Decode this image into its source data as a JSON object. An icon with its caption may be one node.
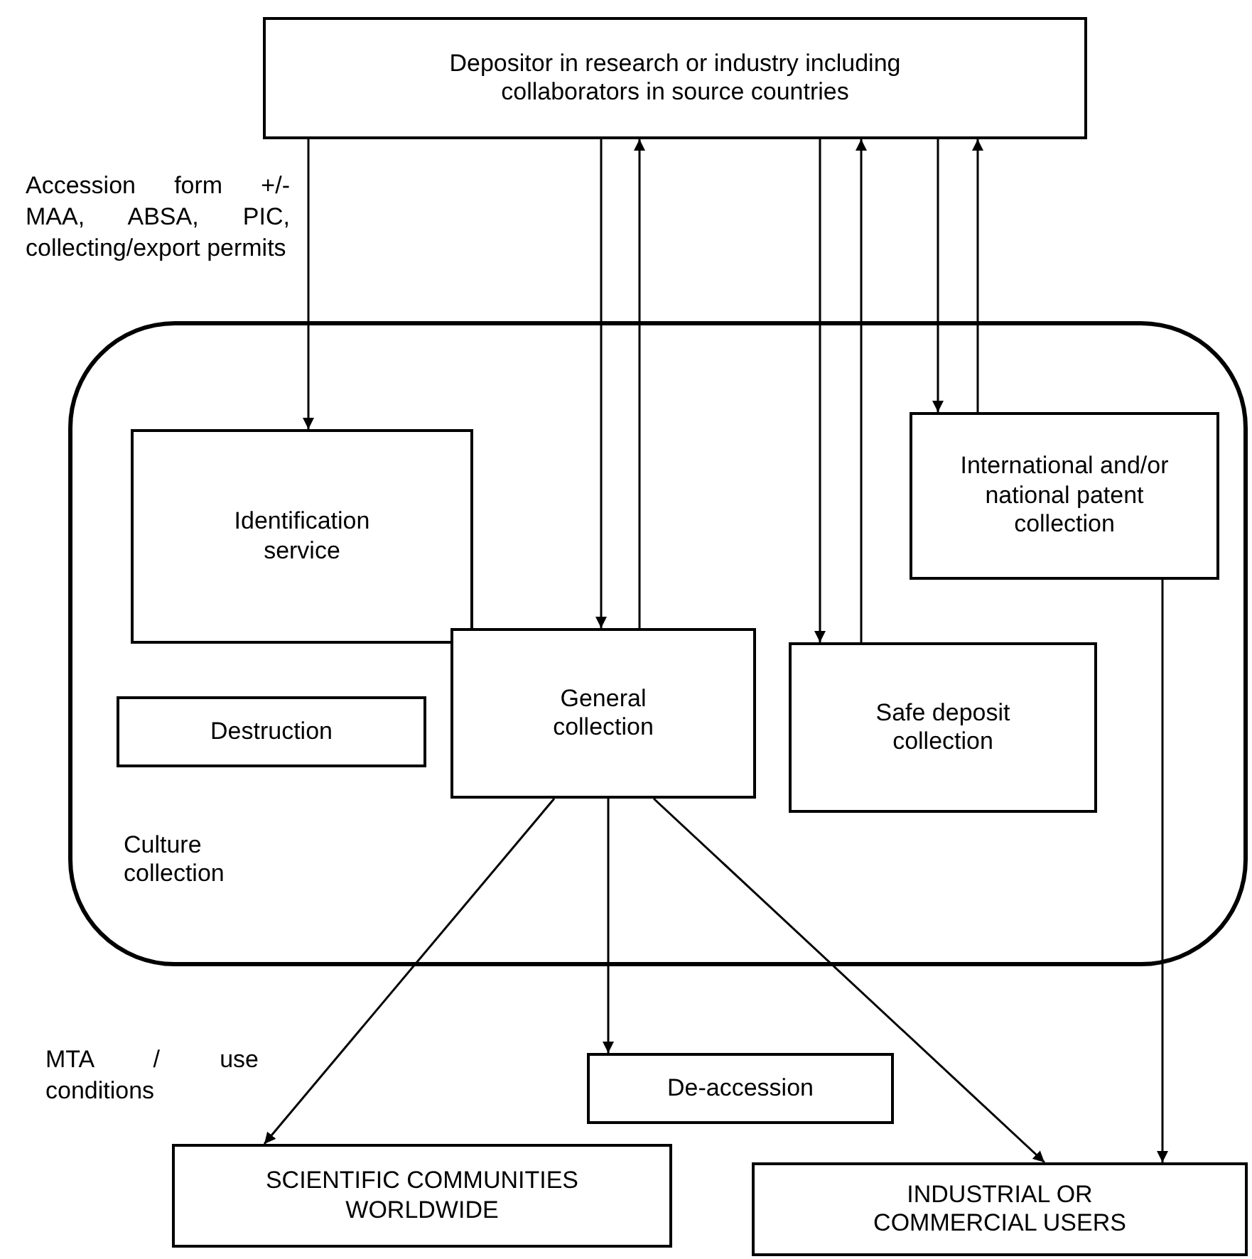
{
  "diagram": {
    "nodes": [
      {
        "text": [
          "Depositor in research or industry including collaborators in source countries"
        ]
      },
      {
        "text": [
          "Culture collection"
        ]
      },
      {
        "text": [
          "Identification service"
        ],
        "in": 1
      },
      {
        "text": [
          "Destruction"
        ],
        "in": 1
      },
      {
        "text": [
          "General collection"
        ],
        "in": 1
      },
      {
        "text": [
          "Safe deposit collection"
        ],
        "in": 1
      },
      {
        "text": [
          "International and/or national patent collection"
        ],
        "in": 1
      },
      {
        "text": [
          "De-accession"
        ]
      },
      {
        "text": [
          "SCIENTIFIC COMMUNITIES WORLDWIDE"
        ]
      },
      {
        "text": [
          "INDUSTRIAL OR COMMERCIAL USERS"
        ]
      }
    ],
    "edges": [
      {
        "from": 0,
        "to": 2,
        "arrow": "to",
        "label": "Accession form +/- MAA, ABSA, PIC, collecting/export permits"
      },
      {
        "from": 0,
        "to": 4,
        "arrow": "to"
      },
      {
        "from": 4,
        "to": 0,
        "arrow": "to"
      },
      {
        "from": 0,
        "to": 5,
        "arrow": "to"
      },
      {
        "from": 5,
        "to": 0,
        "arrow": "to"
      },
      {
        "from": 0,
        "to": 6,
        "arrow": "to"
      },
      {
        "from": 6,
        "to": 0,
        "arrow": "to"
      },
      {
        "from": 4,
        "to": 8,
        "arrow": "to",
        "label": "MTA / use conditions"
      },
      {
        "from": 4,
        "to": 7,
        "arrow": "to"
      },
      {
        "from": 4,
        "to": 9,
        "arrow": "to"
      },
      {
        "from": 6,
        "to": 9,
        "arrow": "to"
      }
    ]
  }
}
